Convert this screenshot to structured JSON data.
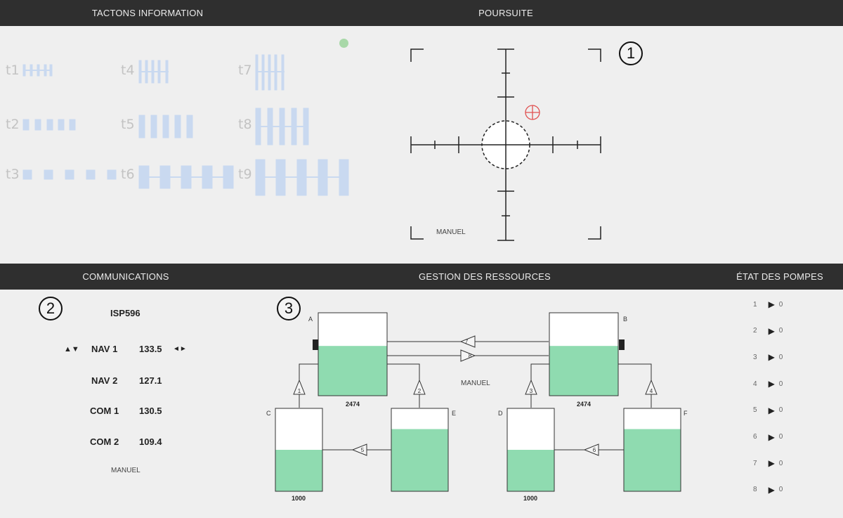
{
  "headers": {
    "tactons": "TACTONS INFORMATION",
    "poursuite": "POURSUITE",
    "communications": "COMMUNICATIONS",
    "ressources": "GESTION DES RESSOURCES",
    "pompes": "ÉTAT DES POMPES"
  },
  "badges": {
    "one": "1",
    "two": "2",
    "three": "3"
  },
  "tactons": [
    "t1",
    "t2",
    "t3",
    "t4",
    "t5",
    "t6",
    "t7",
    "t8",
    "t9"
  ],
  "poursuite": {
    "mode": "MANUEL"
  },
  "communications": {
    "callsign": "ISP596",
    "arrows_updown": "▲▼",
    "arrows_leftright": "◄►",
    "rows": [
      {
        "label": "NAV 1",
        "freq": "133.5"
      },
      {
        "label": "NAV 2",
        "freq": "127.1"
      },
      {
        "label": "COM 1",
        "freq": "130.5"
      },
      {
        "label": "COM 2",
        "freq": "109.4"
      }
    ],
    "mode": "MANUEL"
  },
  "resources": {
    "mode": "MANUEL",
    "tanks": {
      "A": {
        "label": "A",
        "value": "2474",
        "level": 0.6
      },
      "B": {
        "label": "B",
        "value": "2474",
        "level": 0.6
      },
      "C": {
        "label": "C",
        "value": "1000",
        "level": 0.5
      },
      "D": {
        "label": "D",
        "value": "1000",
        "level": 0.5
      },
      "E": {
        "label": "E",
        "level": 0.75
      },
      "F": {
        "label": "F",
        "level": 0.75
      }
    },
    "pumps": [
      "1",
      "2",
      "3",
      "4",
      "5",
      "6",
      "7",
      "8"
    ]
  },
  "pompes": [
    {
      "id": "1",
      "state": "0"
    },
    {
      "id": "2",
      "state": "0"
    },
    {
      "id": "3",
      "state": "0"
    },
    {
      "id": "4",
      "state": "0"
    },
    {
      "id": "5",
      "state": "0"
    },
    {
      "id": "6",
      "state": "0"
    },
    {
      "id": "7",
      "state": "0"
    },
    {
      "id": "8",
      "state": "0"
    }
  ],
  "colors": {
    "header_bg": "#2f2f2f",
    "tacton_blue": "#c9d9f0",
    "fuel_green": "#8fdbb0",
    "target_red": "#e05050",
    "status_dot": "#a8d8a8"
  }
}
